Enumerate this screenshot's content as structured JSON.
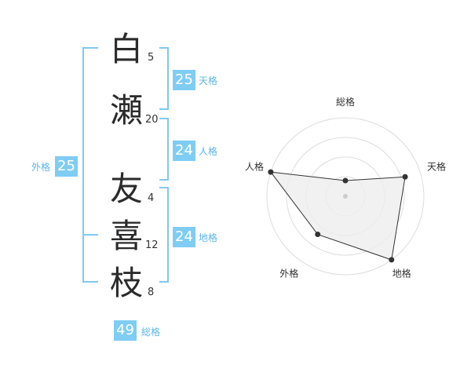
{
  "name_chars": [
    {
      "char": "白",
      "strokes": "5"
    },
    {
      "char": "瀬",
      "strokes": "20"
    },
    {
      "char": "友",
      "strokes": "4"
    },
    {
      "char": "喜",
      "strokes": "12"
    },
    {
      "char": "枝",
      "strokes": "8"
    }
  ],
  "kakusu": {
    "tenkaku": {
      "value": "25",
      "label": "天格"
    },
    "jinkaku": {
      "value": "24",
      "label": "人格"
    },
    "chikaku": {
      "value": "24",
      "label": "地格"
    },
    "gaikaku": {
      "value": "25",
      "label": "外格"
    },
    "soukaku": {
      "value": "49",
      "label": "総格"
    }
  },
  "colors": {
    "accent": "#7fcdf4",
    "bracket": "#82c8ee",
    "radar_fill": "#eeeeee",
    "radar_line": "#333333"
  },
  "chart_data": {
    "type": "radar",
    "axes": [
      "総格",
      "天格",
      "地格",
      "外格",
      "人格"
    ],
    "values": [
      1,
      4,
      5,
      3,
      5
    ],
    "rmax": 5,
    "rings": 4
  }
}
